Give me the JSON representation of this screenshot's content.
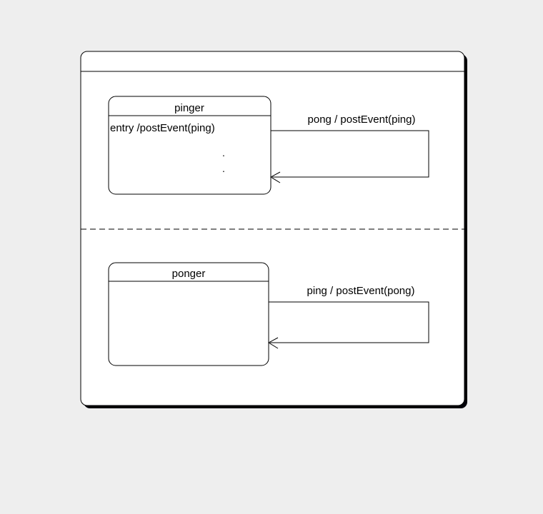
{
  "page": {
    "background_color": "#eeeeee"
  },
  "diagram": {
    "type": "uml-statechart",
    "colors": {
      "line": "#000000",
      "state_fill": "#ffffff",
      "shadow": "#000008"
    },
    "machine": {
      "title": "",
      "regions": [
        {
          "id": "region-pinger",
          "state": {
            "name": "pinger",
            "entry_action": "entry /postEvent(ping)"
          },
          "ellipsis": [
            ".",
            "."
          ],
          "transition": {
            "kind": "self-loop",
            "label": "pong / postEvent(ping)"
          }
        },
        {
          "id": "region-ponger",
          "state": {
            "name": "ponger",
            "entry_action": ""
          },
          "ellipsis": [],
          "transition": {
            "kind": "self-loop",
            "label": "ping / postEvent(pong)"
          }
        }
      ]
    }
  }
}
